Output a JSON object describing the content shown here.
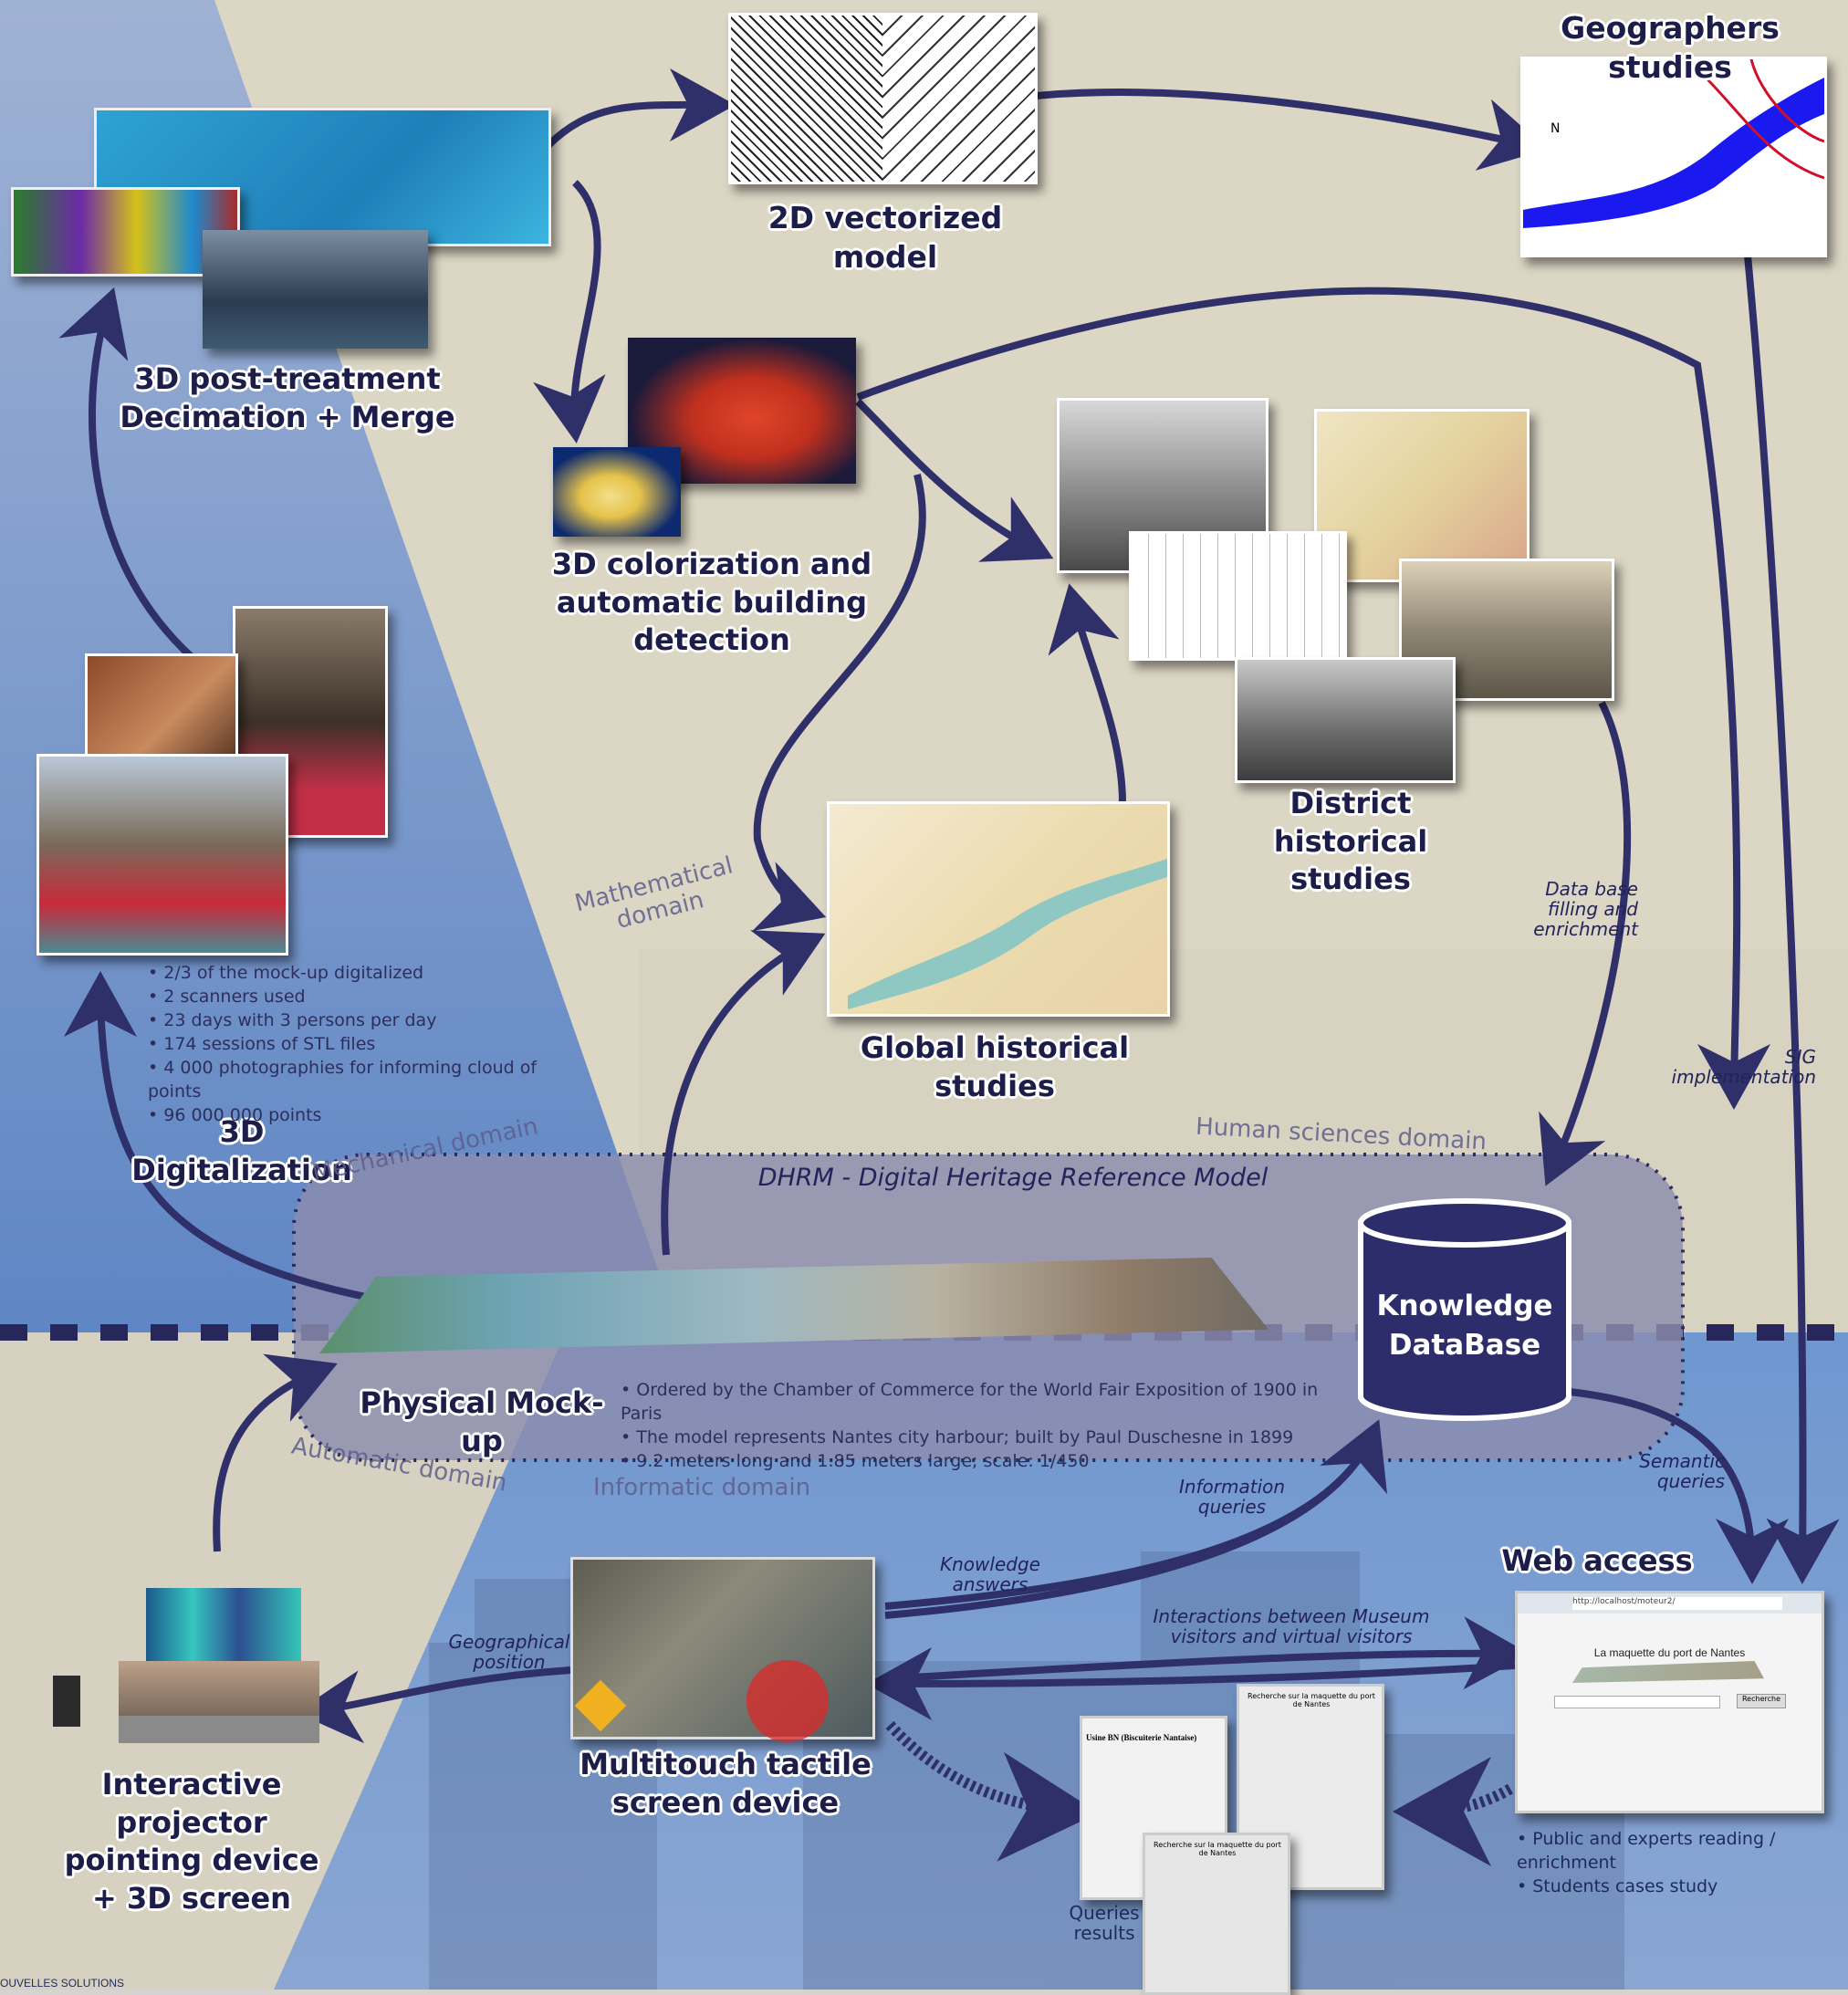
{
  "diagram": {
    "title_dhrm": "DHRM - Digital Heritage Reference Model",
    "colors": {
      "arrow": "#2f2f6a",
      "db": "#2d2d6b",
      "blue_zone": "#6b8fc7",
      "beige_zone": "#d9d2c0",
      "grey_zone": "#d1d1d8"
    },
    "nodes": {
      "vectorized": "2D vectorized model",
      "geographers": "Geographers studies",
      "post_treatment": "3D post-treatment\nDecimation + Merge",
      "colorization": "3D colorization and\nautomatic building\ndetection",
      "district": "District historical\nstudies",
      "global": "Global historical studies",
      "digitalization": "3D Digitalization",
      "mockup": "Physical Mock-up",
      "knowledge_db": "Knowledge\nDataBase",
      "web_access": "Web access",
      "multitouch": "Multitouch tactile\nscreen device",
      "projector": "Interactive projector\npointing device\n+ 3D screen"
    },
    "domains": {
      "mathematical": "Mathematical\ndomain",
      "mechanical": "Mechanical domain",
      "human": "Human sciences domain",
      "automatic": "Automatic domain",
      "informatic": "Informatic domain"
    },
    "digitalization_facts": [
      "2/3 of the mock-up digitalized",
      "2 scanners used",
      "23 days with 3 persons per day",
      "174 sessions of STL files",
      "4 000 photographies for informing cloud of points",
      "96 000 000 points"
    ],
    "mockup_facts": [
      "Ordered by the Chamber of Commerce for the World Fair Exposition of 1900 in Paris",
      "The model represents Nantes city harbour; built by Paul Duschesne in 1899",
      "9.2 meters long and 1.85 meters large; scale: 1/450"
    ],
    "web_facts": [
      "Public and experts reading / enrichment",
      "Students cases study"
    ],
    "edge_labels": {
      "db_filling": "Data base\nfilling and\nenrichment",
      "sig": "SIG\nimplementation",
      "semantic": "Semantic\nqueries",
      "info_queries": "Information\nqueries",
      "knowledge_answers": "Knowledge\nanswers",
      "interactions": "Interactions between Museum\nvisitors and virtual visitors",
      "geo_position": "Geographical\nposition",
      "queries_results": "Queries\nresults"
    },
    "web_page": {
      "address": "http://localhost/moteur2/",
      "heading": "La maquette du port de Nantes",
      "search_button": "Recherche",
      "result_title": "Usine BN (Biscuiterie Nantaise)",
      "result_heading": "Recherche sur la maquette du port de Nantes"
    },
    "footer_fragment": "OUVELLES SOLUTIONS"
  }
}
